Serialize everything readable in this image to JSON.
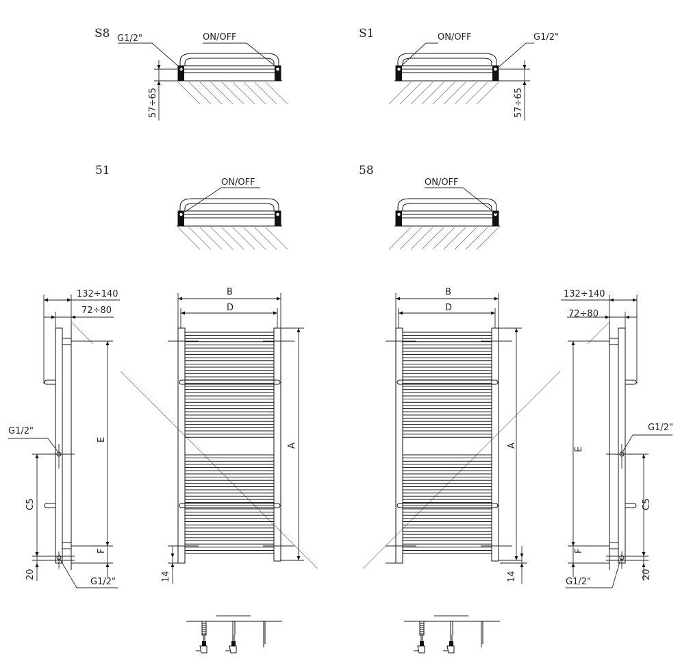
{
  "views": {
    "s8": {
      "label": "S8",
      "connection": "G1/2\"",
      "switch": "ON/OFF",
      "depth": "57÷65"
    },
    "s1": {
      "label": "S1",
      "connection": "G1/2\"",
      "switch": "ON/OFF",
      "depth": "57÷65"
    },
    "v51": {
      "label": "51",
      "switch": "ON/OFF"
    },
    "v58": {
      "label": "58",
      "switch": "ON/OFF"
    }
  },
  "side_left": {
    "depth_total": "132÷140",
    "depth_wall": "72÷80",
    "dim_e": "E",
    "dim_c5": "C5",
    "dim_f": "F",
    "dim_bottom": "20",
    "connection_mid": "G1/2\"",
    "connection_bottom": "G1/2\""
  },
  "front_left": {
    "dim_b": "B",
    "dim_d": "D",
    "dim_a": "A",
    "dim_bottom": "14"
  },
  "front_right": {
    "dim_b": "B",
    "dim_d": "D",
    "dim_a": "A",
    "dim_bottom": "14"
  },
  "side_right": {
    "depth_total": "132÷140",
    "depth_wall": "72÷80",
    "dim_e": "E",
    "dim_c5": "C5",
    "dim_f": "F",
    "dim_bottom": "20",
    "connection_mid": "G1/2\"",
    "connection_bottom": "G1/2\""
  }
}
